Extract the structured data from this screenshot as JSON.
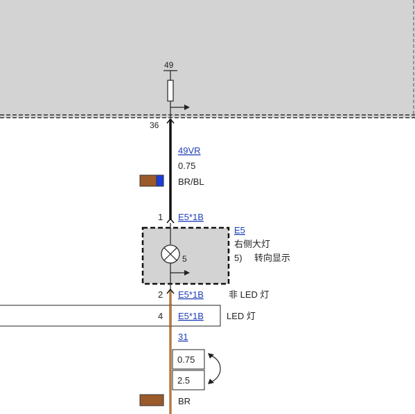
{
  "control_unit": {
    "pin_top": "49",
    "pin_bottom": "36"
  },
  "wire_upper": {
    "code": "49VR",
    "size": "0.75",
    "color_code": "BR/BL",
    "colors": {
      "primary": "#9a5a2a",
      "stripe": "#1a3de0"
    }
  },
  "lamp": {
    "pin_in": "1",
    "pin_in_code": "E5*1B",
    "id": "E5",
    "name": "右侧大灯",
    "function_index": "5)",
    "function_name": "转向显示",
    "bulb_pin": "5"
  },
  "pin_outputs": [
    {
      "pin": "2",
      "code": "E5*1B",
      "label": "非 LED 灯"
    },
    {
      "pin": "4",
      "code": "E5*1B",
      "label": "LED 灯"
    }
  ],
  "wire_lower": {
    "ground_code": "31",
    "size_options": [
      "0.75",
      "2.5"
    ],
    "color_code": "BR",
    "colors": {
      "primary": "#9a5a2a"
    }
  },
  "colors": {
    "gray_fill": "#d3d3d3",
    "wire_black": "#111111",
    "wire_brown": "#b87a42",
    "link": "#1f3fb8"
  }
}
